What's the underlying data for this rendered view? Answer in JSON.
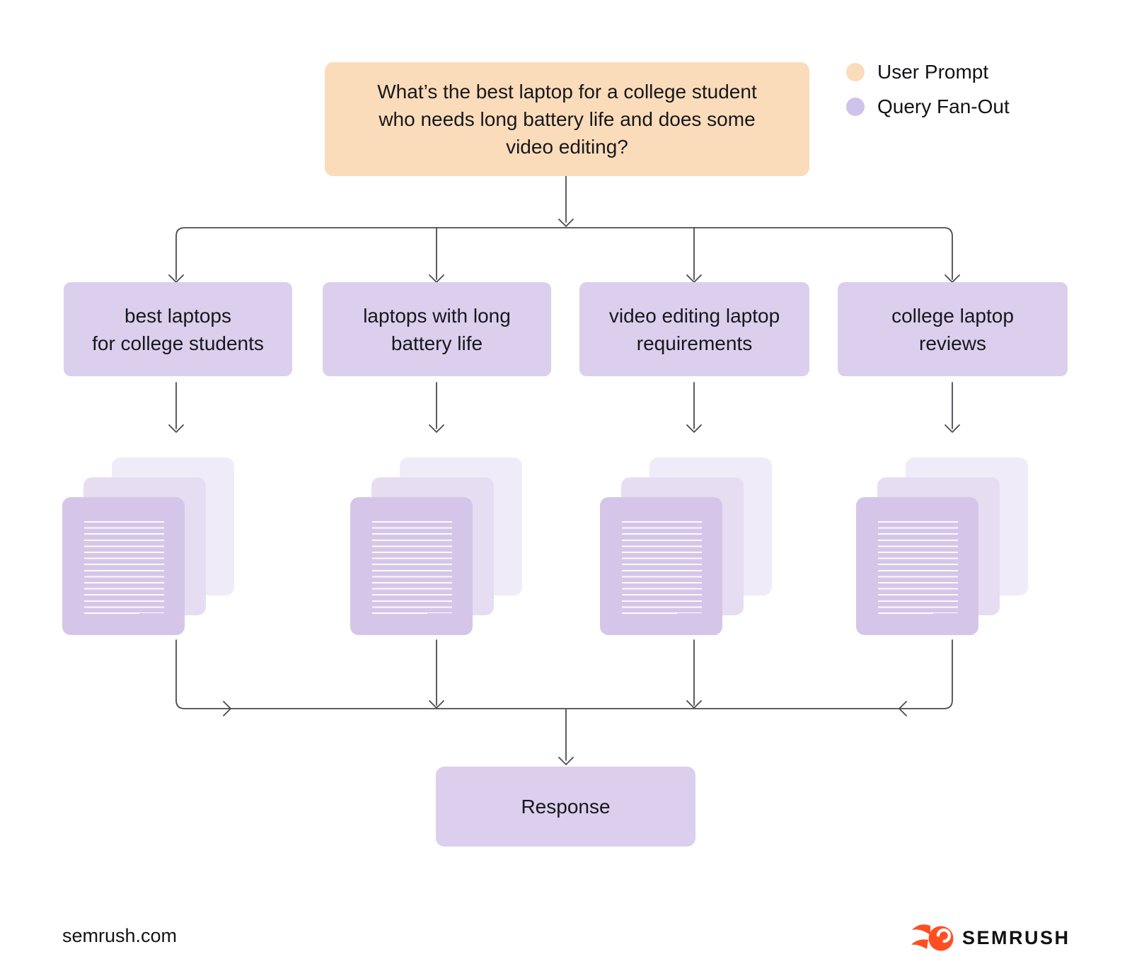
{
  "diagram": {
    "user_prompt": {
      "text": "What’s the best laptop for a college student\nwho needs long battery life and does some\nvideo editing?"
    },
    "queries": [
      {
        "label": "best laptops\nfor college students"
      },
      {
        "label": "laptops with long\nbattery life"
      },
      {
        "label": "video editing laptop\nrequirements"
      },
      {
        "label": "college laptop\nreviews"
      }
    ],
    "response": {
      "label": "Response"
    }
  },
  "legend": {
    "items": [
      {
        "label": "User Prompt",
        "color": "#FBDCBA"
      },
      {
        "label": "Query Fan-Out",
        "color": "#CFC3E9"
      }
    ]
  },
  "footer": {
    "website": "semrush.com",
    "brand": "SEMRUSH"
  },
  "icons": {
    "legend_user_prompt": "user-prompt-dot",
    "legend_query_fanout": "query-fanout-dot",
    "documents": "document-stack-icon",
    "brand": "semrush-flame-icon"
  },
  "colors": {
    "user_prompt_fill": "#FBDCBA",
    "query_fill": "#DCCFED",
    "document_front": "#D5C6E9",
    "document_mid": "#E6DDF3",
    "document_back": "#F0EBF8",
    "connector": "#4A4A52",
    "text": "#17171C",
    "brand_orange": "#FF4F20",
    "background": "#FFFFFF"
  }
}
